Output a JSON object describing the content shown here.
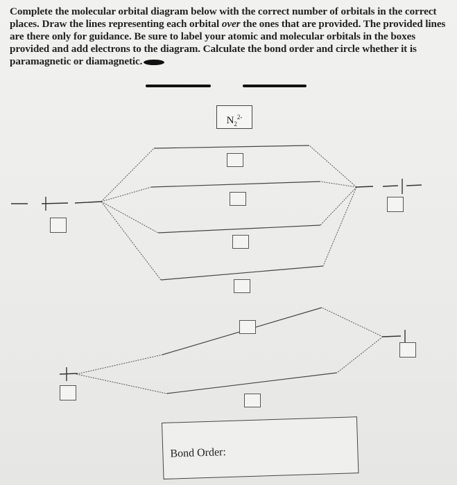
{
  "instructions": {
    "part1": "Complete the molecular orbital diagram below with the correct number of orbitals in the correct places. Draw the lines representing each orbital ",
    "emphasis": "over",
    "part2": " the ones that are provided. The provided lines are there only for guidance. Be sure to label your atomic and molecular orbitals in the boxes provided and add electrons to the diagram. Calculate the bond order and circle whether it is paramagnetic or diamagnetic."
  },
  "molecule": {
    "base": "N",
    "subscript": "2",
    "superscript": "2-"
  },
  "bond_order_label": "Bond Order:",
  "colors": {
    "ink": "#1a1a1a",
    "paper": "#ececea",
    "line": "#444444"
  }
}
